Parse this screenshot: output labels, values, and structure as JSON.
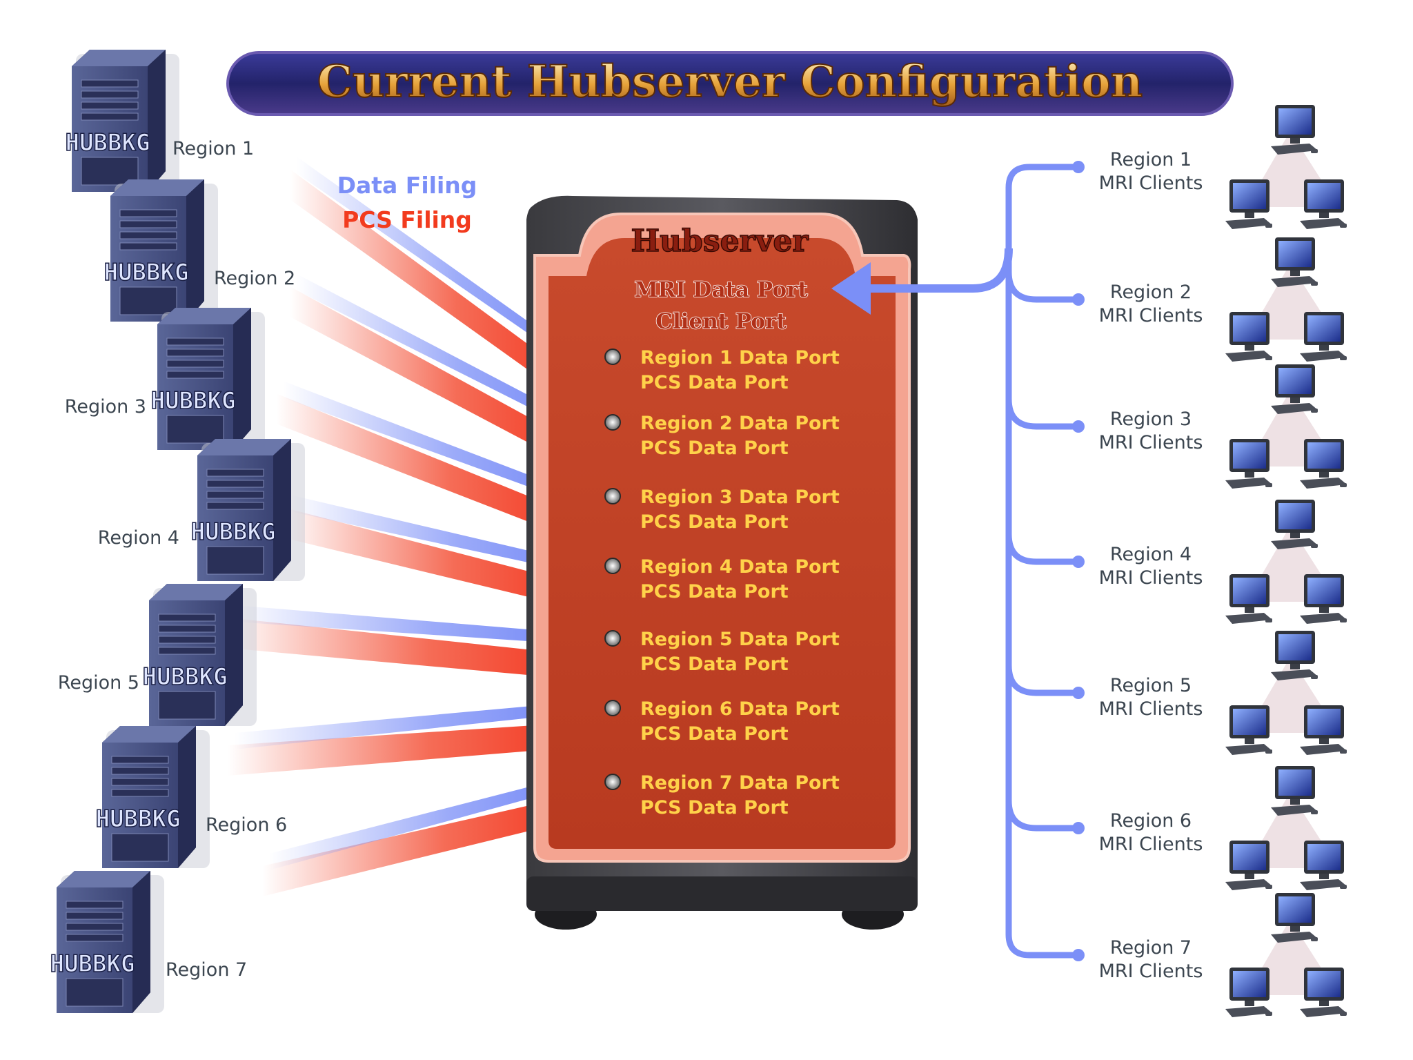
{
  "title": "Current Hubserver Configuration",
  "legend": {
    "data_filing": "Data Filing",
    "pcs_filing": "PCS Filing",
    "data_color": "#7b8ff7",
    "pcs_color": "#f23b1e"
  },
  "hubserver": {
    "title": "Hubserver",
    "mri_data_port": "MRI Data Port",
    "client_port": "Client Port",
    "ports": [
      {
        "data": "Region 1 Data Port",
        "pcs": "PCS Data Port"
      },
      {
        "data": "Region 2 Data Port",
        "pcs": "PCS Data Port"
      },
      {
        "data": "Region 3 Data Port",
        "pcs": "PCS Data Port"
      },
      {
        "data": "Region 4 Data Port",
        "pcs": "PCS Data Port"
      },
      {
        "data": "Region 5 Data Port",
        "pcs": "PCS Data Port"
      },
      {
        "data": "Region 6 Data Port",
        "pcs": "PCS Data Port"
      },
      {
        "data": "Region 7 Data Port",
        "pcs": "PCS Data Port"
      }
    ]
  },
  "servers": [
    {
      "tag": "HUBBKG",
      "region": "Region 1"
    },
    {
      "tag": "HUBBKG",
      "region": "Region 2"
    },
    {
      "tag": "HUBBKG",
      "region": "Region 3"
    },
    {
      "tag": "HUBBKG",
      "region": "Region 4"
    },
    {
      "tag": "HUBBKG",
      "region": "Region 5"
    },
    {
      "tag": "HUBBKG",
      "region": "Region 6"
    },
    {
      "tag": "HUBBKG",
      "region": "Region 7"
    }
  ],
  "clients": [
    {
      "region": "Region 1",
      "label": "MRI Clients"
    },
    {
      "region": "Region 2",
      "label": "MRI Clients"
    },
    {
      "region": "Region 3",
      "label": "MRI Clients"
    },
    {
      "region": "Region 4",
      "label": "MRI Clients"
    },
    {
      "region": "Region 5",
      "label": "MRI Clients"
    },
    {
      "region": "Region 6",
      "label": "MRI Clients"
    },
    {
      "region": "Region 7",
      "label": "MRI Clients"
    }
  ]
}
